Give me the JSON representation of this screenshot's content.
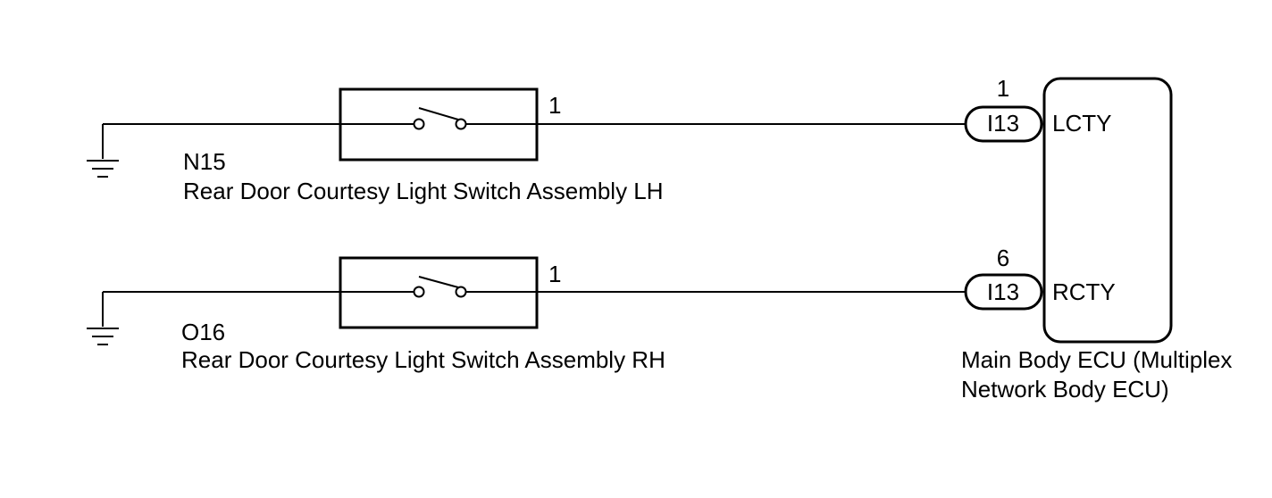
{
  "switch_lh": {
    "code": "N15",
    "name": "Rear Door Courtesy Light Switch Assembly LH",
    "pin": "1"
  },
  "switch_rh": {
    "code": "O16",
    "name": "Rear Door Courtesy Light Switch Assembly RH",
    "pin": "1"
  },
  "ecu": {
    "name_line1": "Main Body ECU (Multiplex",
    "name_line2": "Network Body ECU)",
    "terminals": [
      {
        "connector": "I13",
        "pin": "1",
        "signal": "LCTY"
      },
      {
        "connector": "I13",
        "pin": "6",
        "signal": "RCTY"
      }
    ]
  }
}
